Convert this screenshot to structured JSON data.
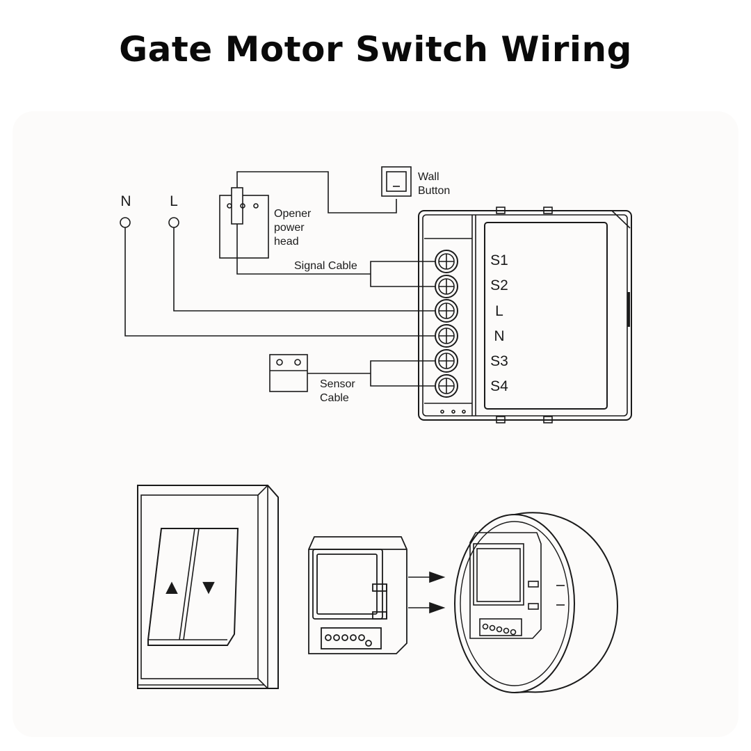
{
  "title": "Gate Motor Switch Wiring",
  "labels": {
    "n_input": "N",
    "l_input": "L",
    "wall_button_1": "Wall",
    "wall_button_2": "Button",
    "opener_1": "Opener",
    "opener_2": "power",
    "opener_3": "head",
    "signal_cable": "Signal Cable",
    "sensor_1": "Sensor",
    "sensor_2": "Cable"
  },
  "terminals": [
    "S1",
    "S2",
    "L",
    "N",
    "S3",
    "S4"
  ],
  "switch_arrows": {
    "up": "▲",
    "down": "▼"
  },
  "colors": {
    "line": "#1a1a1a",
    "panel": "#fcfbfa"
  }
}
